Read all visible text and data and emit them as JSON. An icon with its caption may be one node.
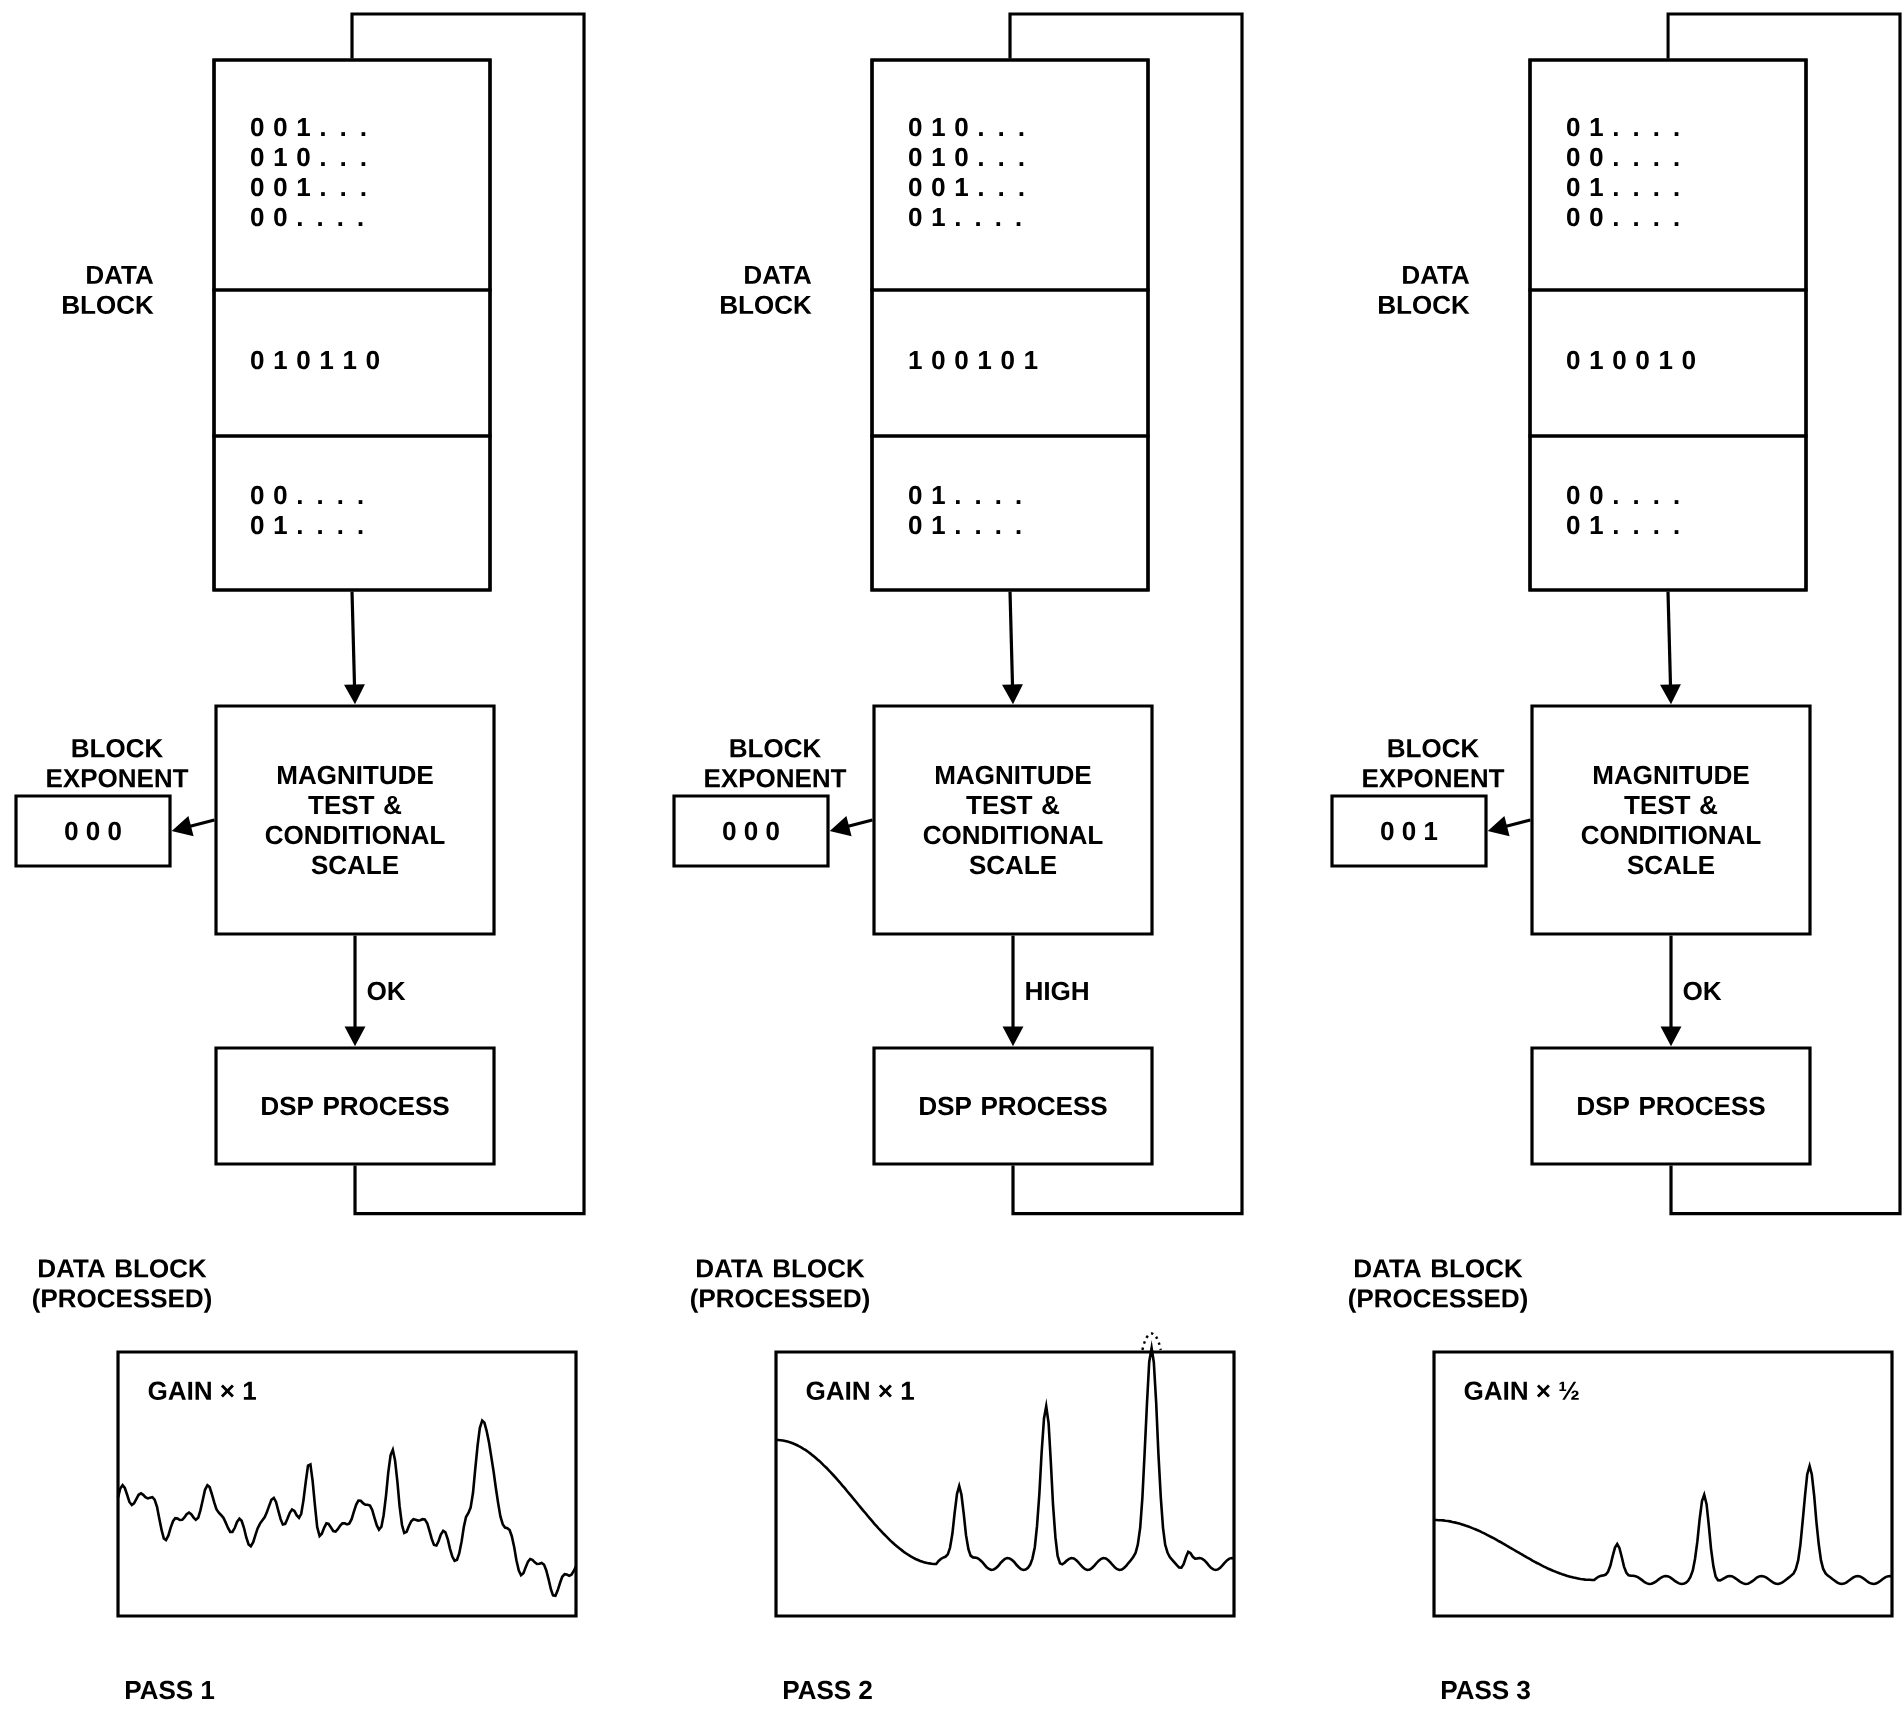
{
  "diagram": {
    "nodes": [
      {
        "text": [],
        "shape": "box",
        "beside": [
          "DATA BLOCK"
        ]
      },
      {
        "text": [
          "0 0 1 . . .",
          "0 1 0 . . .",
          "0 0 1 . . .",
          "0 0 . . . ."
        ],
        "in": 0
      },
      {
        "text": [
          "0 1 0 1 1 0"
        ],
        "in": 0
      },
      {
        "text": [
          "0 0 . . . .",
          "0 1 . . . ."
        ],
        "in": 0
      },
      {
        "text": [
          "MAGNITUDE TEST & CONDITIONAL SCALE"
        ]
      },
      {
        "text": [
          "BLOCK EXPONENT",
          "0 0 0"
        ]
      },
      {
        "text": [
          "DSP PROCESS"
        ]
      },
      {
        "text": [
          "GAIN × 1"
        ],
        "beside": [
          "DATA BLOCK (PROCESSED)"
        ]
      },
      {
        "text": [],
        "shape": "box",
        "beside": [
          "DATA BLOCK"
        ]
      },
      {
        "text": [
          "0 1 0 . . .",
          "0 1 0 . . .",
          "0 0 1 . . .",
          "0 1 . . . ."
        ],
        "in": 8
      },
      {
        "text": [
          "1 0 0 1 0 1"
        ],
        "in": 8
      },
      {
        "text": [
          "0 1 . . . .",
          "0 1 . . . ."
        ],
        "in": 8
      },
      {
        "text": [
          "MAGNITUDE TEST & CONDITIONAL SCALE"
        ]
      },
      {
        "text": [
          "BLOCK EXPONENT",
          "0 0 0"
        ]
      },
      {
        "text": [
          "DSP PROCESS"
        ]
      },
      {
        "text": [
          "GAIN × 1"
        ],
        "beside": [
          "DATA BLOCK (PROCESSED)"
        ]
      },
      {
        "text": [],
        "shape": "box",
        "beside": [
          "DATA BLOCK"
        ]
      },
      {
        "text": [
          "0 1 . . . .",
          "0 0 . . . .",
          "0 1 . . . .",
          "0 0 . . . ."
        ],
        "in": 16
      },
      {
        "text": [
          "0 1 0 0 1 0"
        ],
        "in": 16
      },
      {
        "text": [
          "0 0 . . . .",
          "0 1 . . . ."
        ],
        "in": 16
      },
      {
        "text": [
          "MAGNITUDE TEST & CONDITIONAL SCALE"
        ]
      },
      {
        "text": [
          "BLOCK EXPONENT",
          "0 0 1"
        ]
      },
      {
        "text": [
          "DSP PROCESS"
        ]
      },
      {
        "text": [
          "GAIN × ½"
        ],
        "beside": [
          "DATA BLOCK (PROCESSED)"
        ]
      }
    ],
    "edges": [
      {
        "from": 0,
        "to": 4,
        "arrow": "to"
      },
      {
        "from": 4,
        "to": 5,
        "arrow": "to"
      },
      {
        "from": 4,
        "to": 6,
        "arrow": "to",
        "label": "OK"
      },
      {
        "from": 6,
        "to": 0,
        "arrow": "none"
      },
      {
        "from": 8,
        "to": 12,
        "arrow": "to"
      },
      {
        "from": 12,
        "to": 13,
        "arrow": "to"
      },
      {
        "from": 12,
        "to": 14,
        "arrow": "to",
        "label": "HIGH"
      },
      {
        "from": 14,
        "to": 8,
        "arrow": "none"
      },
      {
        "from": 16,
        "to": 20,
        "arrow": "to"
      },
      {
        "from": 20,
        "to": 21,
        "arrow": "to"
      },
      {
        "from": 20,
        "to": 22,
        "arrow": "to",
        "label": "OK"
      },
      {
        "from": 22,
        "to": 16,
        "arrow": "none"
      }
    ],
    "labels": [
      "PASS 1",
      "PASS 2",
      "PASS 3"
    ]
  }
}
